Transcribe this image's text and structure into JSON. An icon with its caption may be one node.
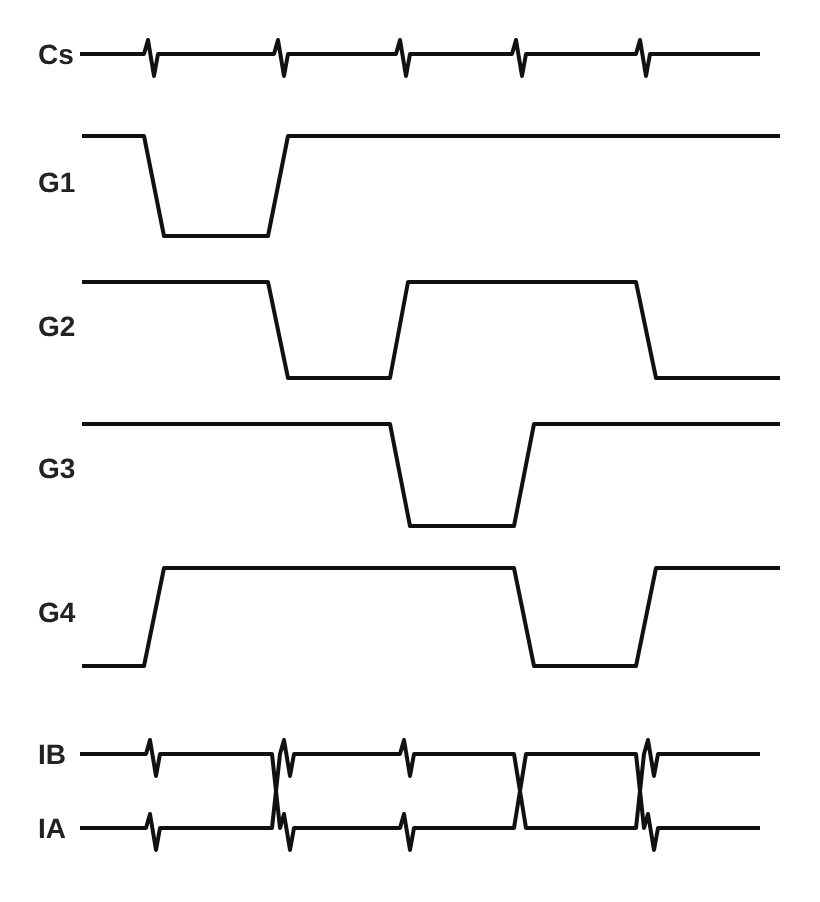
{
  "diagram": {
    "labels": [
      "Cs",
      "G1",
      "G2",
      "G3",
      "G4",
      "IB",
      "IA"
    ]
  }
}
